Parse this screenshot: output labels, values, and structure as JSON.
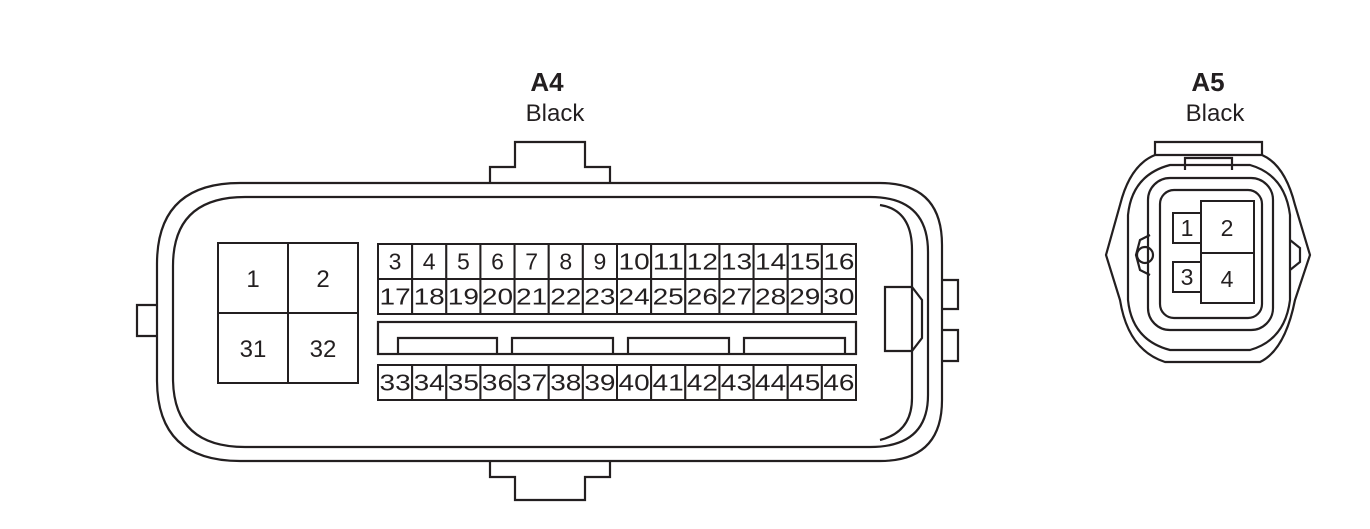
{
  "connectors": [
    {
      "id": "A4",
      "color": "Black",
      "power_pins": [
        [
          "1",
          "2"
        ],
        [
          "31",
          "32"
        ]
      ],
      "signal_rows": [
        [
          "3",
          "4",
          "5",
          "6",
          "7",
          "8",
          "9",
          "10",
          "11",
          "12",
          "13",
          "14",
          "15",
          "16"
        ],
        [
          "17",
          "18",
          "19",
          "20",
          "21",
          "22",
          "23",
          "24",
          "25",
          "26",
          "27",
          "28",
          "29",
          "30"
        ],
        [
          "33",
          "34",
          "35",
          "36",
          "37",
          "38",
          "39",
          "40",
          "41",
          "42",
          "43",
          "44",
          "45",
          "46"
        ]
      ]
    },
    {
      "id": "A5",
      "color": "Black",
      "pins": [
        "1",
        "2",
        "3",
        "4"
      ]
    }
  ]
}
